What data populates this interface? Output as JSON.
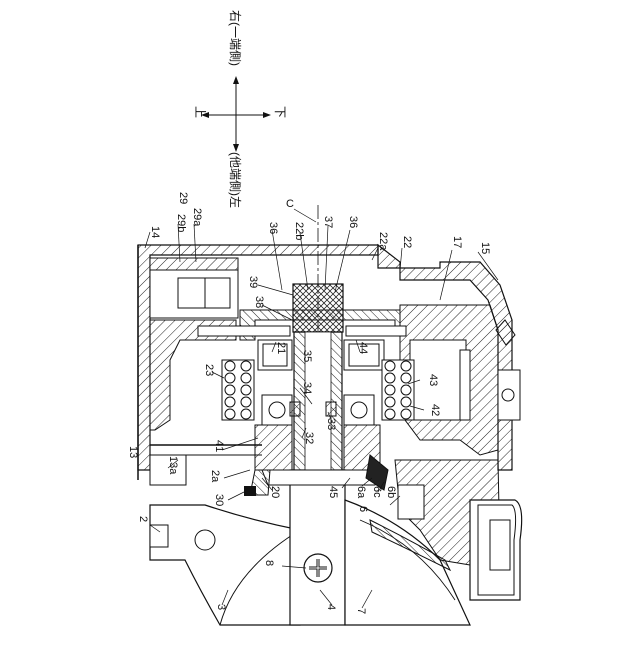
{
  "orientation": {
    "up": "上",
    "down": "下",
    "right": "右(一端側)",
    "left": "(他端側)左"
  },
  "centerline_label": "C",
  "labels": {
    "n2": "2",
    "n2a": "2a",
    "n3": "3",
    "n4": "4",
    "n6": "6",
    "n6a": "6a",
    "n6b": "6b",
    "n6c": "6c",
    "n7": "7",
    "n8": "8",
    "n13": "13",
    "n13a": "13a",
    "n14": "14",
    "n15": "15",
    "n17": "17",
    "n20": "20",
    "n21": "21",
    "n22": "22",
    "n22a": "22a",
    "n22b": "22b",
    "n23": "23",
    "n29": "29",
    "n29a": "29a",
    "n29b": "29b",
    "n30": "30",
    "n32": "32",
    "n33": "33",
    "n34": "34",
    "n35": "35",
    "n36a": "36",
    "n36b": "36",
    "n37": "37",
    "n38": "38",
    "n39": "39",
    "n41": "41",
    "n42": "42",
    "n43": "43",
    "n44": "44",
    "n45": "45"
  }
}
